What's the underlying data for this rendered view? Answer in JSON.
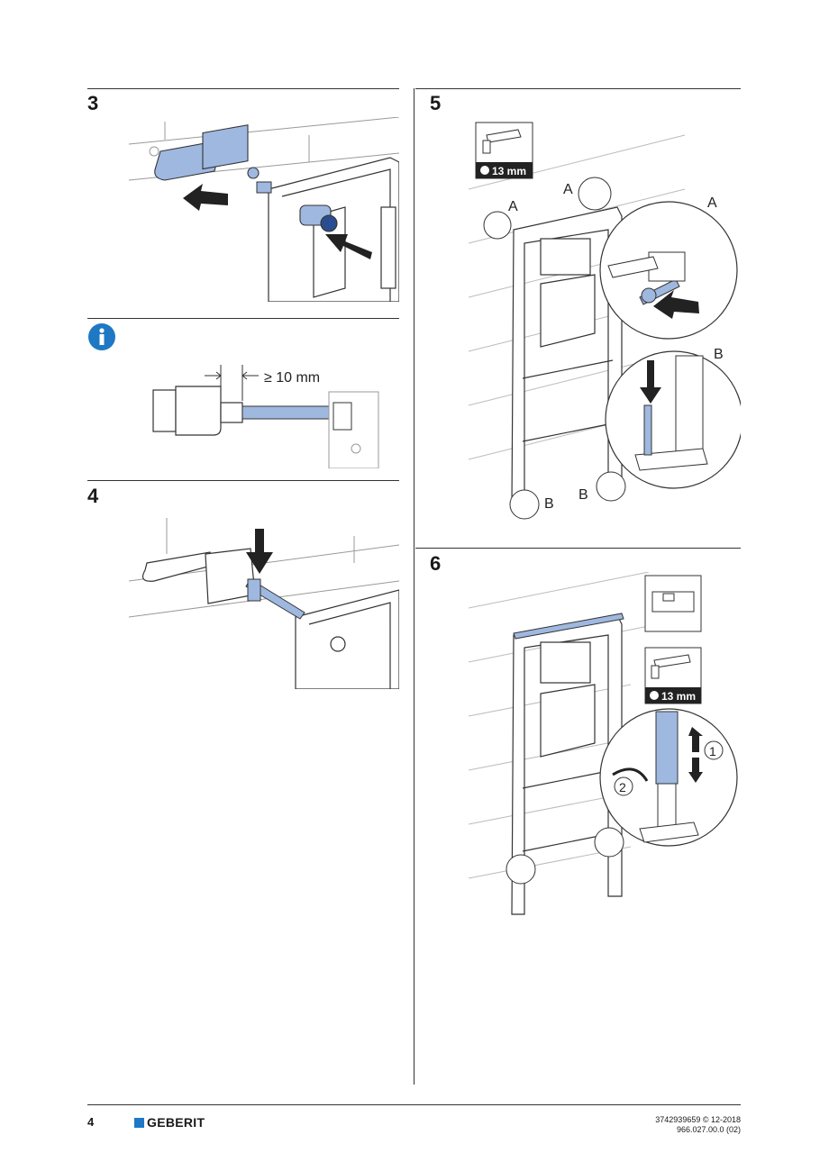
{
  "steps": {
    "s3": "3",
    "s4": "4",
    "s5": "5",
    "s6": "6"
  },
  "info_icon": "info-icon",
  "info": {
    "dimension_label": "≥ 10 mm"
  },
  "tool": {
    "socket_label_5": "13 mm",
    "socket_label_6": "13 mm"
  },
  "callouts": {
    "a": "A",
    "b": "B",
    "one": "1",
    "two": "2"
  },
  "footer": {
    "page_number": "4",
    "brand": "GEBERIT",
    "doc_number": "3742939659 © 12-2018",
    "doc_version": "966.027.00.0 (02)"
  },
  "colors": {
    "accent_blue": "#1e78c3",
    "part_blue": "#9fb8e0",
    "line": "#333333"
  }
}
